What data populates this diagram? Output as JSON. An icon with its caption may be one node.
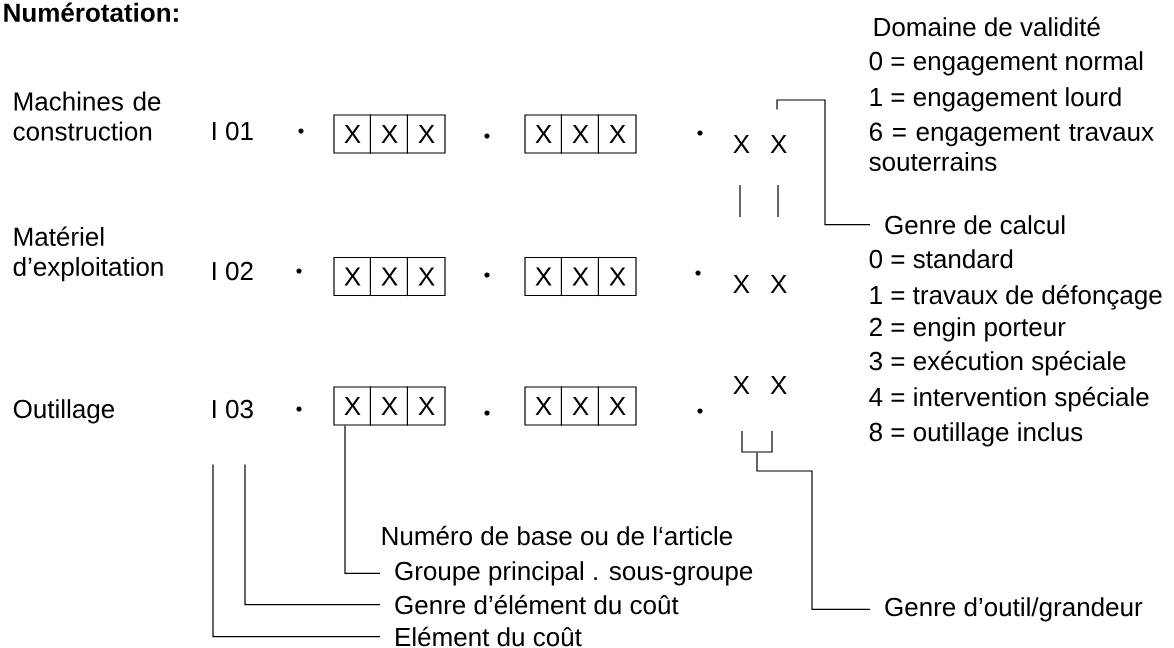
{
  "diagram": {
    "title": "Numérotation:",
    "nodes": [
      {
        "text": [
          "Machines de construction"
        ]
      },
      {
        "text": [
          "I 01"
        ]
      },
      {
        "text": [
          "X",
          "X",
          "X"
        ]
      },
      {
        "text": [
          "X",
          "X",
          "X"
        ]
      },
      {
        "text": [
          "X",
          "X"
        ]
      },
      {
        "text": [
          "Matériel d’exploitation"
        ]
      },
      {
        "text": [
          "I 02"
        ]
      },
      {
        "text": [
          "X",
          "X",
          "X"
        ]
      },
      {
        "text": [
          "X",
          "X",
          "X"
        ]
      },
      {
        "text": [
          "X",
          "X"
        ]
      },
      {
        "text": [
          "Outillage"
        ]
      },
      {
        "text": [
          "I 03"
        ]
      },
      {
        "text": [
          "X",
          "X",
          "X"
        ]
      },
      {
        "text": [
          "X",
          "X",
          "X"
        ]
      },
      {
        "text": [
          "X",
          "X"
        ]
      },
      {
        "text": [
          "Genre de calcul"
        ]
      },
      {
        "text": [
          "Groupe principal . sous-groupe"
        ]
      },
      {
        "text": [
          "Genre d’élément du coût"
        ]
      },
      {
        "text": [
          "Elément du coût"
        ]
      },
      {
        "text": [
          "Genre d’outil/grandeur"
        ]
      }
    ],
    "edges": [
      {
        "from": 15,
        "to": 4,
        "arrow": "none"
      },
      {
        "from": 19,
        "to": 14,
        "arrow": "none"
      },
      {
        "from": 18,
        "to": 11,
        "arrow": "none"
      },
      {
        "from": 17,
        "to": 11,
        "arrow": "none"
      },
      {
        "from": 16,
        "to": 12,
        "arrow": "none"
      }
    ],
    "labels": [
      "Domaine de validité",
      "0 = engagement normal",
      "1 = engagement lourd",
      "6 = engagement travaux souterrains",
      "0 = standard",
      "1 = travaux de défonçage",
      "2 = engin porteur",
      "3 = exécution spéciale",
      "4 = intervention spéciale",
      "8 = outillage inclus",
      "Numéro de base ou de l‘article"
    ]
  }
}
